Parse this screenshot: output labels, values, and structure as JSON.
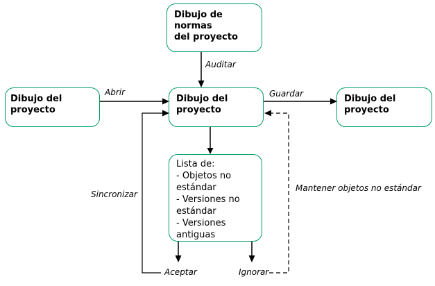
{
  "diagram": {
    "background": "#ffffff",
    "box_border_color": "#009E60",
    "line_color": "#000000",
    "boxes": {
      "normas": {
        "lines": [
          "Dibujo de normas",
          "del proyecto"
        ]
      },
      "origen": {
        "lines": [
          "Dibujo del",
          "proyecto"
        ]
      },
      "central": {
        "lines": [
          "Dibujo del",
          "proyecto"
        ]
      },
      "guardado": {
        "lines": [
          "Dibujo del",
          "proyecto"
        ]
      },
      "lista": {
        "lines": [
          "Lista de:",
          "- Objetos no",
          "estándar",
          "- Versiones no",
          "estándar",
          "- Versiones",
          "antiguas"
        ]
      }
    },
    "labels": {
      "auditar": "Auditar",
      "abrir": "Abrir",
      "guardar": "Guardar",
      "sincronizar": "Sincronizar",
      "mantener": "Mantener objetos no estándar",
      "aceptar": "Aceptar",
      "ignorar": "Ignorar"
    }
  }
}
